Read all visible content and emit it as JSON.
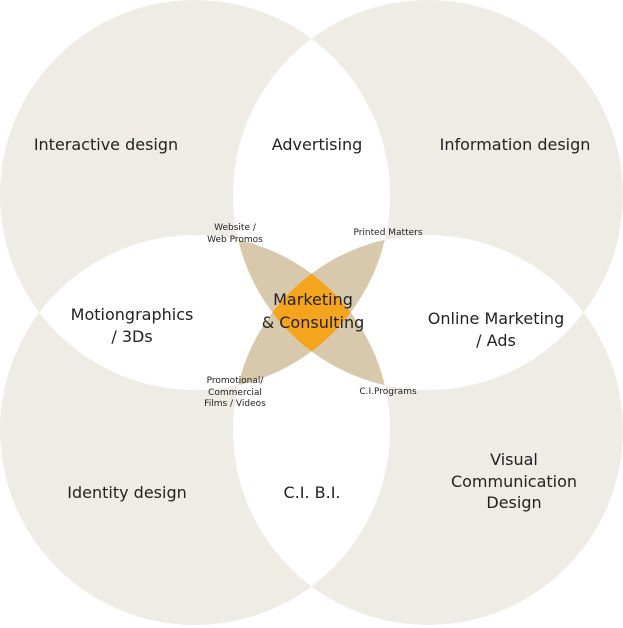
{
  "colors": {
    "circle_fill": "#efece6",
    "background": "#ffffff",
    "petal_fill": "#d8c9ad",
    "core_fill": "#f5a51d",
    "text": "#222222"
  },
  "outer": {
    "interactive_design": "Interactive design",
    "information_design": "Information design",
    "identity_design": "Identity design",
    "visual_communication_design": [
      "Visual",
      "Communication",
      "Design"
    ]
  },
  "middle": {
    "advertising": "Advertising",
    "motiongraphics": [
      "Motiongraphics",
      "/ 3Ds"
    ],
    "online_marketing": [
      "Online Marketing",
      "/ Ads"
    ],
    "cibi": "C.I. B.I."
  },
  "petals": {
    "website": [
      "Website /",
      "Web Promos"
    ],
    "printed_matters": "Printed Matters",
    "promotional": [
      "Promotional/",
      "Commercial",
      "Films / Videos"
    ],
    "ci_programs": "C.I.Programs"
  },
  "core": {
    "label": [
      "Marketing",
      "& Consulting"
    ]
  }
}
